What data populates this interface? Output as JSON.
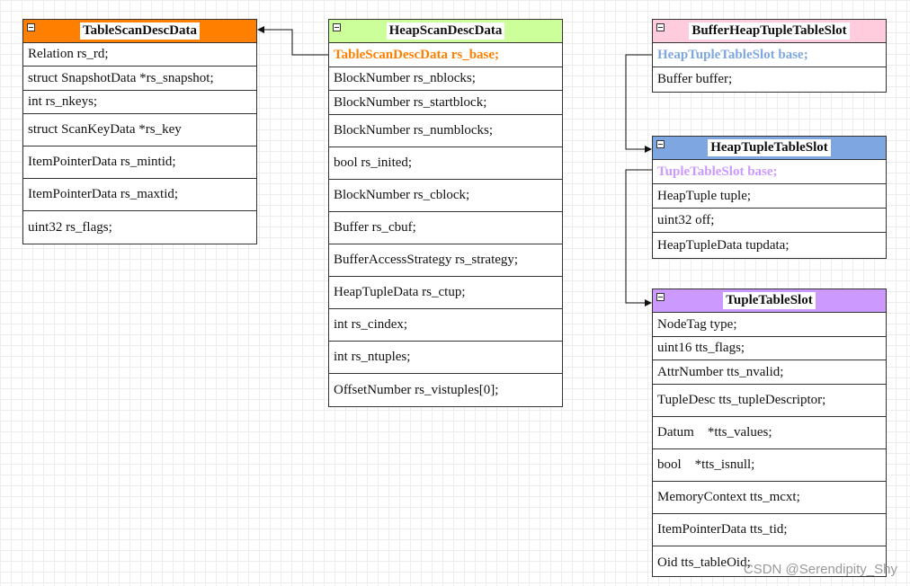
{
  "colors": {
    "table_scan_header": "#ff8000",
    "heap_scan_header": "#ccff99",
    "buffer_heap_header": "#ffccdd",
    "heap_tuple_header": "#7ea6e0",
    "tuple_table_header": "#cc99ff",
    "base_orange": "#ff8000",
    "base_blue": "#7ea6e0",
    "base_purple": "#cc99ff"
  },
  "tables": {
    "table_scan_desc": {
      "title": "TableScanDescData",
      "fields": [
        "Relation rs_rd;",
        "struct SnapshotData *rs_snapshot;",
        "int rs_nkeys;",
        "struct ScanKeyData *rs_key",
        "ItemPointerData rs_mintid;",
        "ItemPointerData rs_maxtid;",
        "uint32 rs_flags;"
      ]
    },
    "heap_scan_desc": {
      "title": "HeapScanDescData",
      "fields": [
        "TableScanDescData rs_base;",
        "BlockNumber rs_nblocks;",
        "BlockNumber rs_startblock;",
        "BlockNumber rs_numblocks;",
        "bool rs_inited;",
        "BlockNumber rs_cblock;",
        "Buffer rs_cbuf;",
        "BufferAccessStrategy rs_strategy;",
        "HeapTupleData rs_ctup;",
        "int rs_cindex;",
        "int rs_ntuples;",
        "OffsetNumber rs_vistuples[0];"
      ]
    },
    "buffer_heap_tuple_slot": {
      "title": "BufferHeapTupleTableSlot",
      "fields": [
        "HeapTupleTableSlot base;",
        "Buffer buffer;"
      ]
    },
    "heap_tuple_slot": {
      "title": "HeapTupleTableSlot",
      "fields": [
        "TupleTableSlot base;",
        "HeapTuple tuple;",
        "uint32 off;",
        "HeapTupleData tupdata;"
      ]
    },
    "tuple_table_slot": {
      "title": "TupleTableSlot",
      "fields": [
        "NodeTag type;",
        "uint16 tts_flags;",
        "AttrNumber tts_nvalid;",
        "TupleDesc tts_tupleDescriptor;",
        "Datum    *tts_values;",
        "bool    *tts_isnull;",
        "MemoryContext tts_mcxt;",
        "ItemPointerData tts_tid;",
        "Oid tts_tableOid;"
      ]
    }
  },
  "watermark": "CSDN @Serendipity_Shy"
}
